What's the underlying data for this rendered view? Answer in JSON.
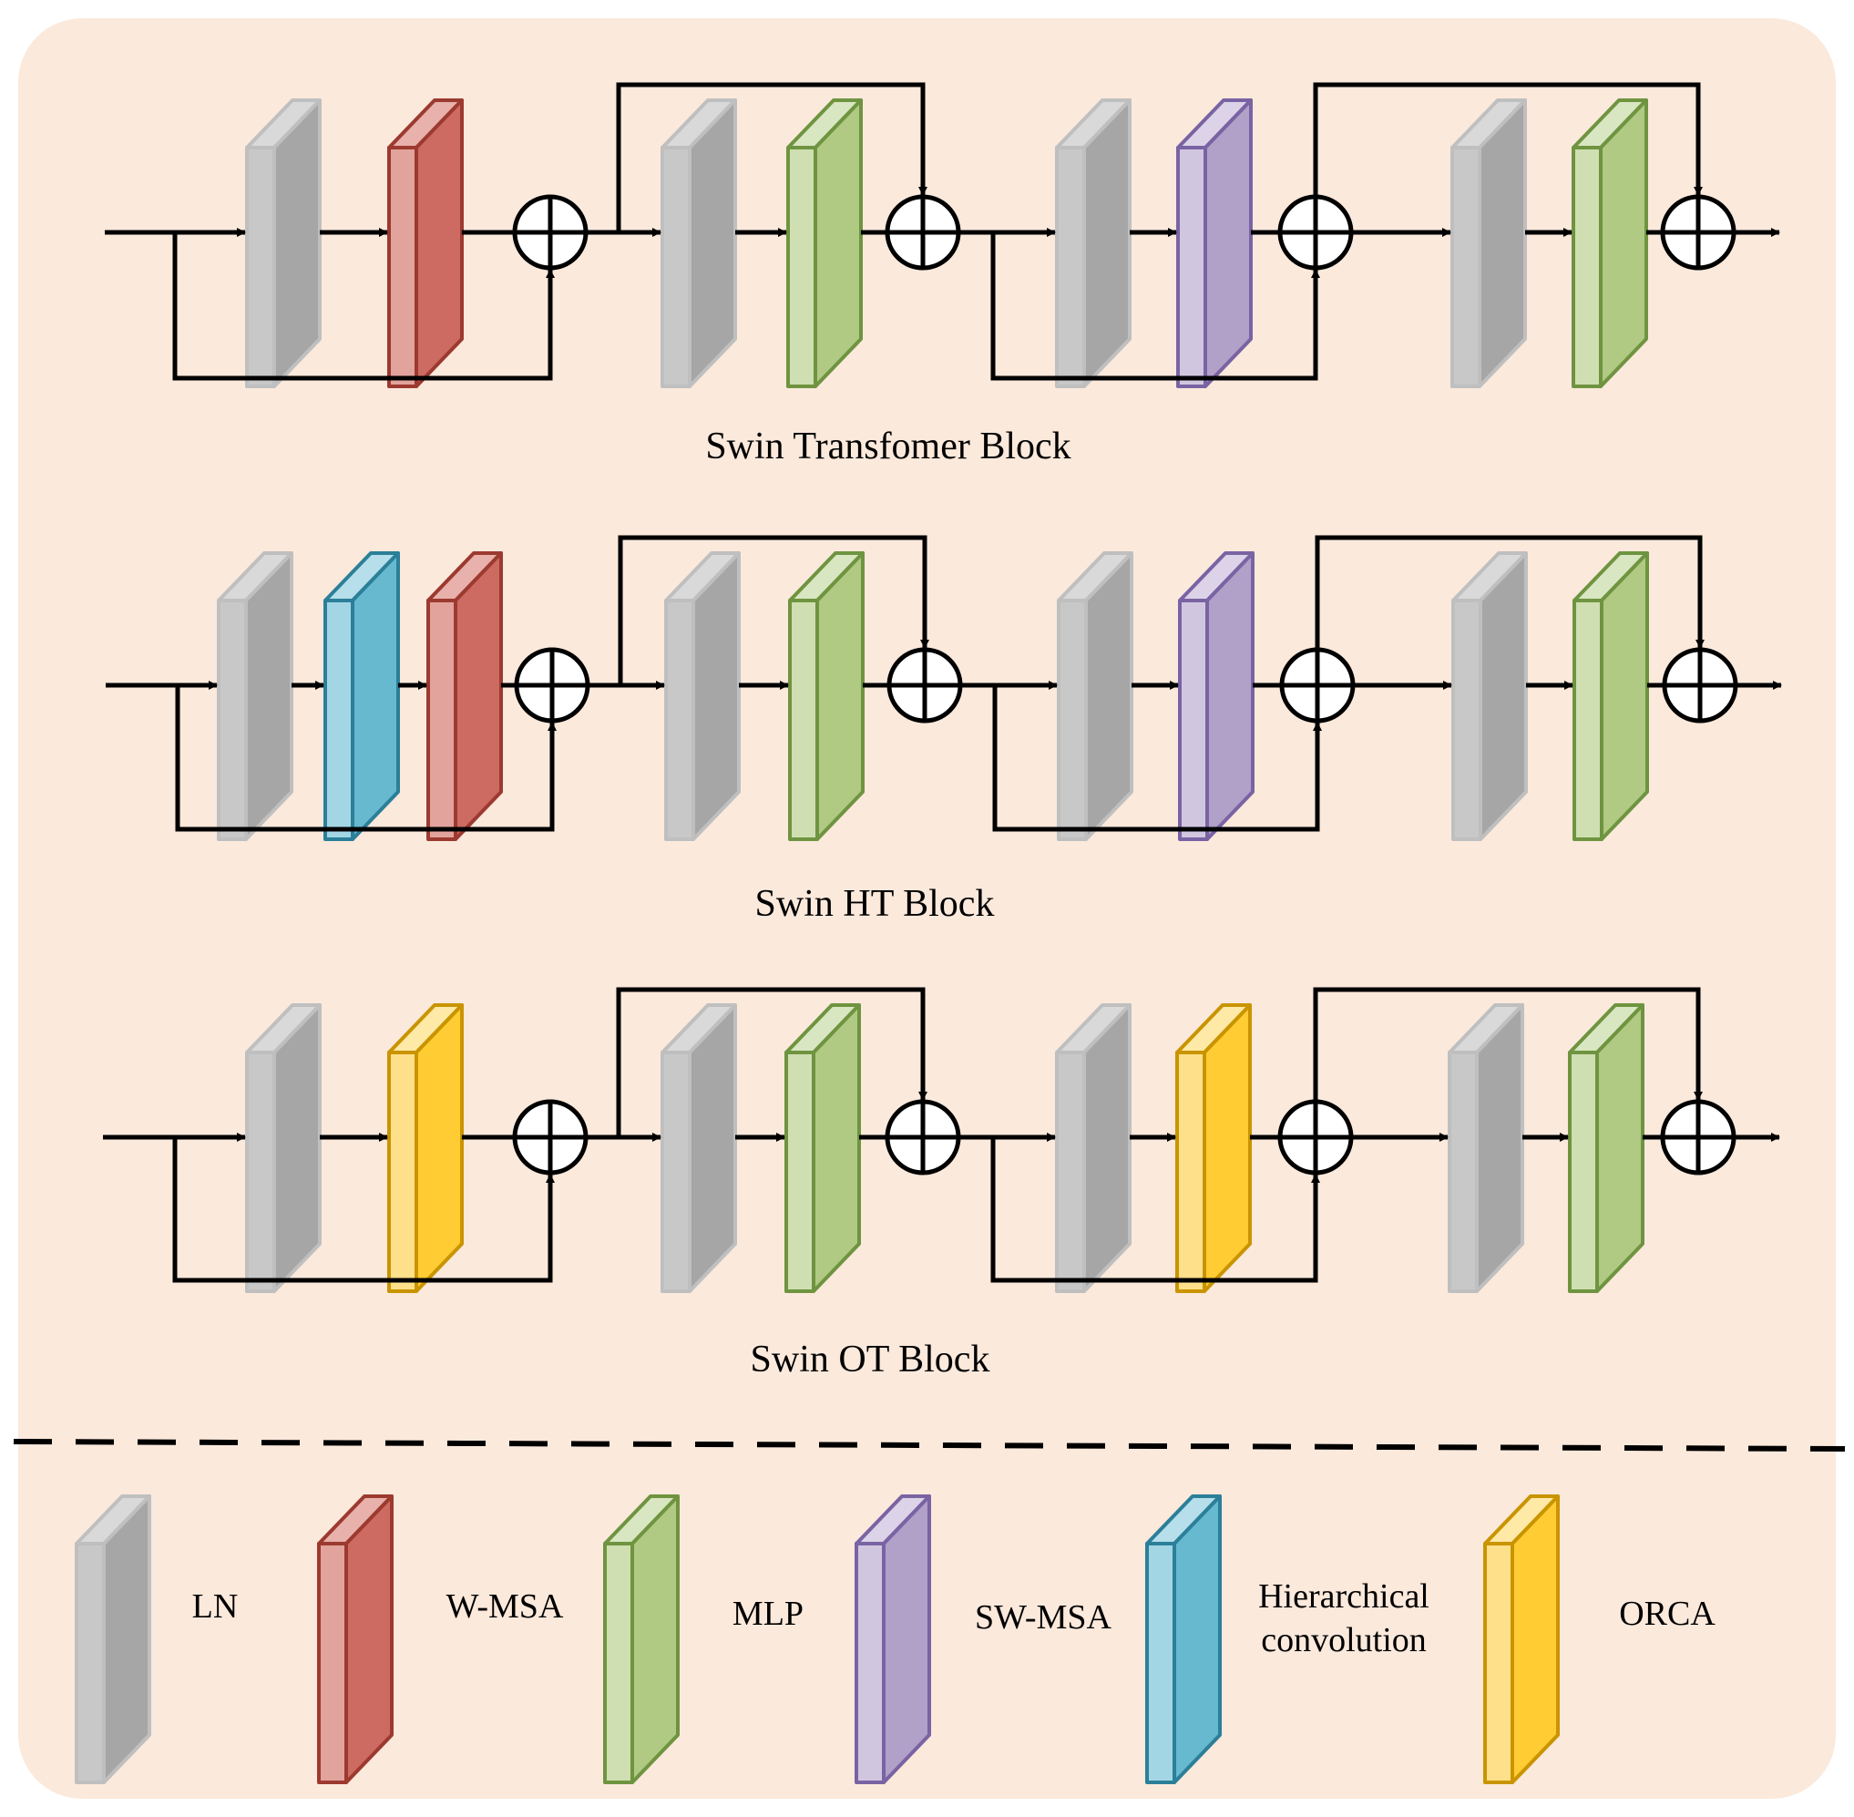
{
  "titles": {
    "swin_transformer": "Swin Transfomer Block",
    "swin_ht": "Swin HT Block",
    "swin_ot": "Swin OT Block"
  },
  "rows": [
    {
      "name": "swin-transformer",
      "modules": [
        [
          "ln",
          "wmsa"
        ],
        [
          "ln",
          "mlp"
        ],
        [
          "ln",
          "swmsa"
        ],
        [
          "ln",
          "mlp"
        ]
      ]
    },
    {
      "name": "swin-ht",
      "modules": [
        [
          "ln",
          "hconv",
          "wmsa"
        ],
        [
          "ln",
          "mlp"
        ],
        [
          "ln",
          "swmsa"
        ],
        [
          "ln",
          "mlp"
        ]
      ]
    },
    {
      "name": "swin-ot",
      "modules": [
        [
          "ln",
          "orca"
        ],
        [
          "ln",
          "mlp"
        ],
        [
          "ln",
          "orca"
        ],
        [
          "ln",
          "mlp"
        ]
      ]
    }
  ],
  "legend": [
    {
      "key": "ln",
      "label": "LN"
    },
    {
      "key": "wmsa",
      "label": "W-MSA"
    },
    {
      "key": "mlp",
      "label": "MLP"
    },
    {
      "key": "swmsa",
      "label": "SW-MSA"
    },
    {
      "key": "hconv",
      "label_line1": "Hierarchical",
      "label_line2": "convolution"
    },
    {
      "key": "orca",
      "label": "ORCA"
    }
  ],
  "colors": {
    "background": "#fbe9dc",
    "ln": {
      "front": "#a6a6a6",
      "side": "#c8c8c8",
      "top": "#d9d9d9",
      "stroke": "#bfbfbf"
    },
    "wmsa": {
      "front": "#cd6b63",
      "side": "#e2a39c",
      "top": "#e8b1ab",
      "stroke": "#9c3a30"
    },
    "mlp": {
      "front": "#b0c983",
      "side": "#cfdfb1",
      "top": "#d9e6c2",
      "stroke": "#6f9440"
    },
    "swmsa": {
      "front": "#b1a0c7",
      "side": "#d1c6e0",
      "top": "#dcd3e8",
      "stroke": "#7a63a3"
    },
    "hconv": {
      "front": "#67b9d0",
      "side": "#a3d6e5",
      "top": "#b6dfeb",
      "stroke": "#2c7f98"
    },
    "orca": {
      "front": "#ffcc33",
      "side": "#ffe08a",
      "top": "#ffe9a6",
      "stroke": "#c99400"
    }
  }
}
